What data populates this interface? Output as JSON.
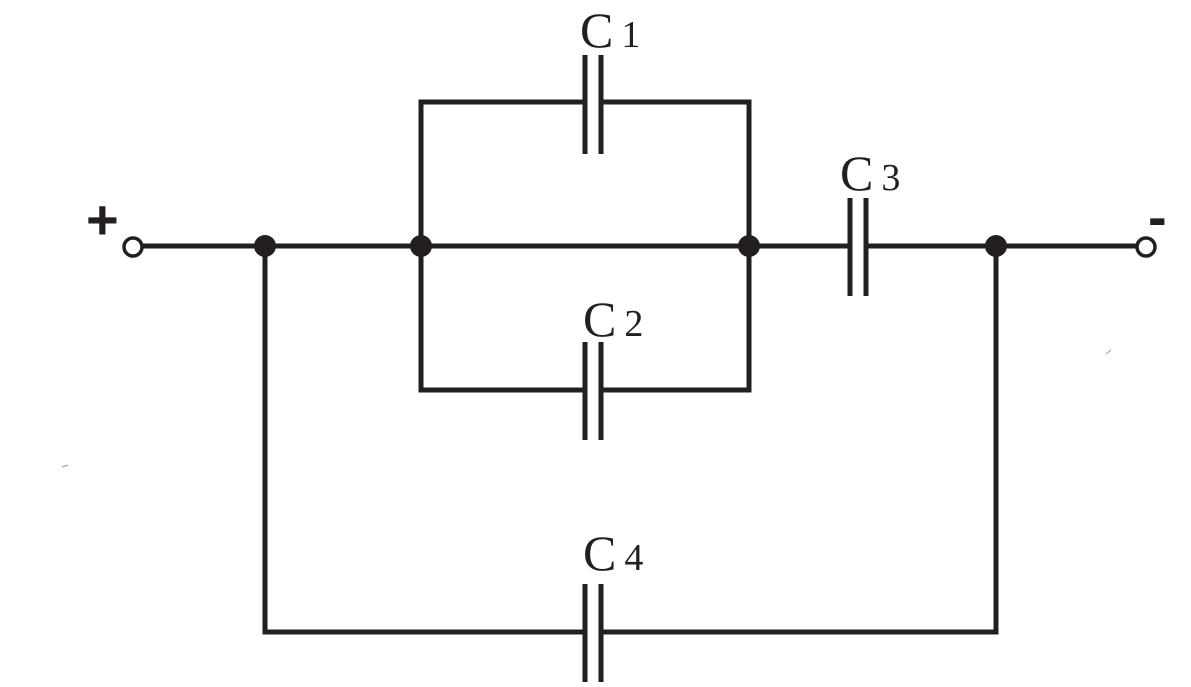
{
  "diagram": {
    "capacitors": [
      {
        "id": "C1",
        "letter": "C",
        "sub": "1"
      },
      {
        "id": "C2",
        "letter": "C",
        "sub": "2"
      },
      {
        "id": "C3",
        "letter": "C",
        "sub": "3"
      },
      {
        "id": "C4",
        "letter": "C",
        "sub": "4"
      }
    ],
    "terminals": {
      "positive": "+",
      "negative": "-"
    },
    "colors": {
      "line": "#231f20",
      "background": "#ffffff"
    }
  }
}
